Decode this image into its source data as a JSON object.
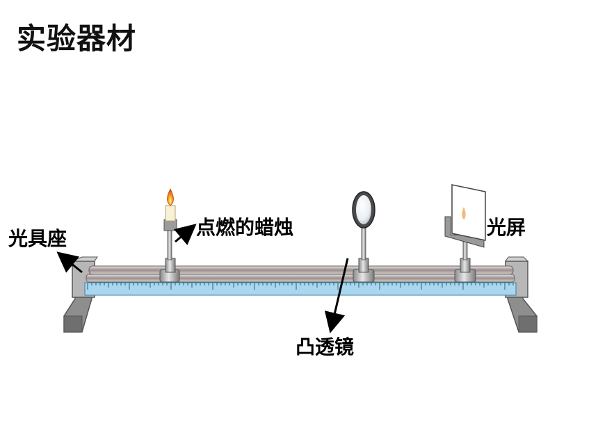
{
  "title": "实验器材",
  "labels": {
    "base": "光具座",
    "candle": "点燃的蜡烛",
    "lens": "凸透镜",
    "screen": "光屏"
  }
}
